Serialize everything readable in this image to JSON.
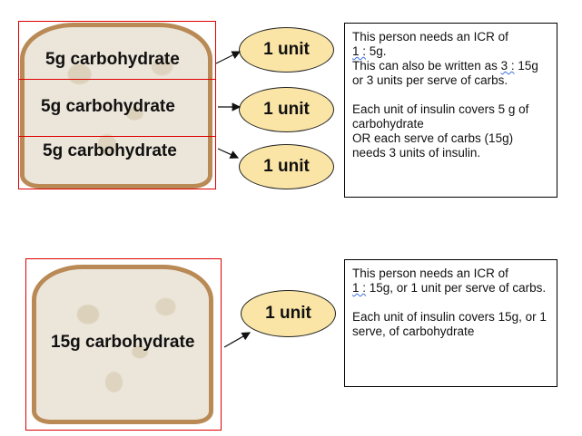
{
  "top": {
    "carb_labels": [
      "5g carbohydrate",
      "5g carbohydrate",
      "5g carbohydrate"
    ],
    "unit_labels": [
      "1 unit",
      "1 unit",
      "1 unit"
    ],
    "description": {
      "line1": "This person needs an ICR of",
      "ratio1": "1 :",
      "line2": " 5g.",
      "line3": "This can also be written as ",
      "ratio2": "3 :",
      "line4": "15g or 3 units per serve of carbs.",
      "line5": "Each unit of insulin covers 5 g of carbohydrate",
      "line6": "OR each serve of carbs (15g) needs 3 units of insulin."
    }
  },
  "bottom": {
    "carb_label": "15g carbohydrate",
    "unit_label": "1 unit",
    "description": {
      "line1": "This person needs an ICR of",
      "ratio1": "1 :",
      "line2": " 15g, or 1 unit per serve of carbs.",
      "line3": "Each unit of insulin covers 15g, or 1 serve, of carbohydrate"
    }
  },
  "colors": {
    "ellipse_fill": "#fbe5a6",
    "box_outline": "#e00000"
  }
}
